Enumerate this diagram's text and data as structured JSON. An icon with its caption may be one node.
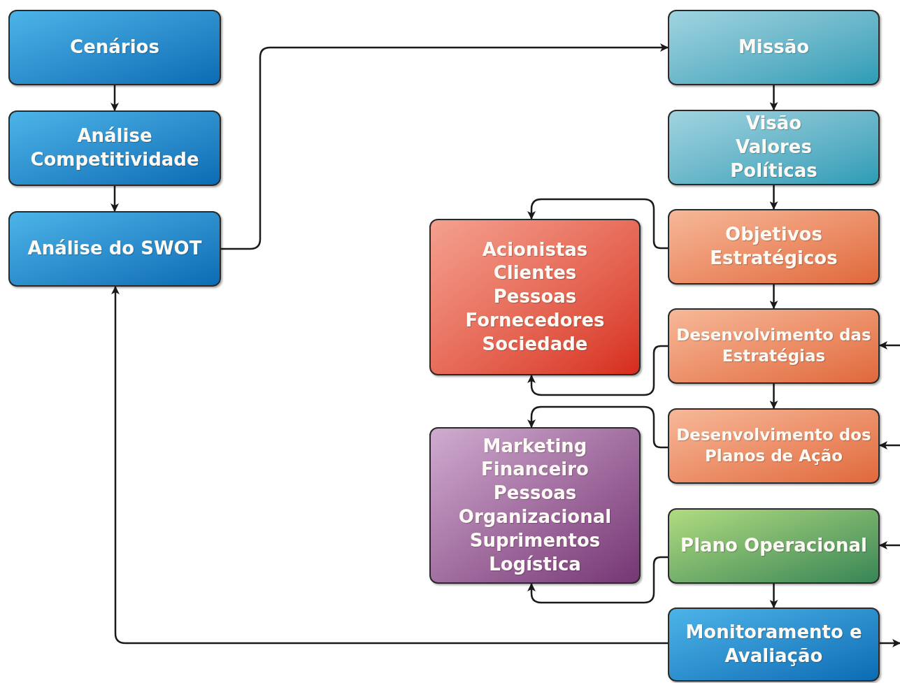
{
  "diagram": {
    "nodes": [
      {
        "text": [
          "Cenários"
        ]
      },
      {
        "text": [
          "Análise Competitividade"
        ]
      },
      {
        "text": [
          "Análise do SWOT"
        ]
      },
      {
        "text": [
          "Missão"
        ]
      },
      {
        "text": [
          "Visão",
          "Valores",
          "Políticas"
        ]
      },
      {
        "text": [
          "Objetivos Estratégicos"
        ]
      },
      {
        "text": [
          "Acionistas",
          "Clientes",
          "Pessoas",
          "Fornecedores",
          "Sociedade"
        ]
      },
      {
        "text": [
          "Desenvolvimento das Estratégias"
        ]
      },
      {
        "text": [
          "Desenvolvimento dos Planos de Ação"
        ]
      },
      {
        "text": [
          "Marketing",
          "Financeiro",
          "Pessoas",
          "Organizacional",
          "Suprimentos",
          "Logística"
        ]
      },
      {
        "text": [
          "Plano Operacional"
        ]
      },
      {
        "text": [
          "Monitoramento e Avaliação"
        ]
      }
    ],
    "edges": [
      {
        "from": 0,
        "to": 1,
        "arrow": "to"
      },
      {
        "from": 1,
        "to": 2,
        "arrow": "to"
      },
      {
        "from": 2,
        "to": 3,
        "arrow": "to"
      },
      {
        "from": 3,
        "to": 4,
        "arrow": "to"
      },
      {
        "from": 4,
        "to": 5,
        "arrow": "to"
      },
      {
        "from": 5,
        "to": 6,
        "arrow": "to"
      },
      {
        "from": 5,
        "to": 7,
        "arrow": "to"
      },
      {
        "from": 7,
        "to": 6,
        "arrow": "to"
      },
      {
        "from": 7,
        "to": 8,
        "arrow": "to"
      },
      {
        "from": 8,
        "to": 9,
        "arrow": "to"
      },
      {
        "from": 10,
        "to": 9,
        "arrow": "to"
      },
      {
        "from": 10,
        "to": 11,
        "arrow": "to"
      },
      {
        "from": 11,
        "to": 2,
        "arrow": "to"
      },
      {
        "from": null,
        "to": 7,
        "arrow": "to"
      },
      {
        "from": null,
        "to": 8,
        "arrow": "to"
      },
      {
        "from": null,
        "to": 10,
        "arrow": "to"
      },
      {
        "from": 11,
        "to": null,
        "arrow": "to"
      }
    ]
  }
}
